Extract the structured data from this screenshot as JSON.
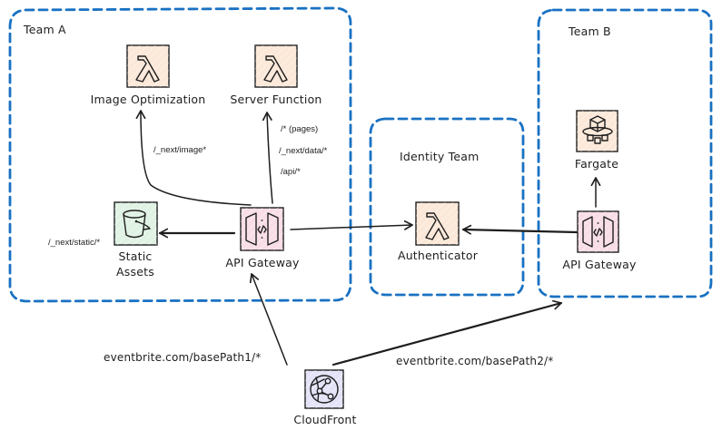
{
  "groups": [
    {
      "id": "team-a",
      "label": "Team A"
    },
    {
      "id": "identity-team",
      "label": "Identity Team"
    },
    {
      "id": "team-b",
      "label": "Team B"
    }
  ],
  "nodes": {
    "image_optimization": {
      "label": "Image Optimization",
      "icon": "lambda-icon",
      "fill": "#fce8d8"
    },
    "server_function": {
      "label": "Server Function",
      "icon": "lambda-icon",
      "fill": "#fce8d8"
    },
    "static_assets": {
      "label_line1": "Static",
      "label_line2": "Assets",
      "icon": "bucket-icon",
      "fill": "#dff2e3"
    },
    "api_gateway_a": {
      "label": "API Gateway",
      "icon": "api-gateway-icon",
      "fill": "#f8dde6"
    },
    "authenticator": {
      "label": "Authenticator",
      "icon": "lambda-icon",
      "fill": "#fce8d8"
    },
    "fargate": {
      "label": "Fargate",
      "icon": "fargate-icon",
      "fill": "#fce8d8"
    },
    "api_gateway_b": {
      "label": "API Gateway",
      "icon": "api-gateway-icon",
      "fill": "#f8dde6"
    },
    "cloudfront": {
      "label": "CloudFront",
      "icon": "cloudfront-icon",
      "fill": "#e3e2f7"
    }
  },
  "edge_labels": {
    "image_route": "/_next/image*",
    "server_routes": [
      "/* (pages)",
      "/_next/data/*",
      "/api/*"
    ],
    "static_route": "/_next/static/*",
    "base_path_1": "eventbrite.com/basePath1/*",
    "base_path_2": "eventbrite.com/basePath2/*"
  },
  "colors": {
    "group_border": "#1971c2",
    "stroke": "#1e1e1e"
  }
}
